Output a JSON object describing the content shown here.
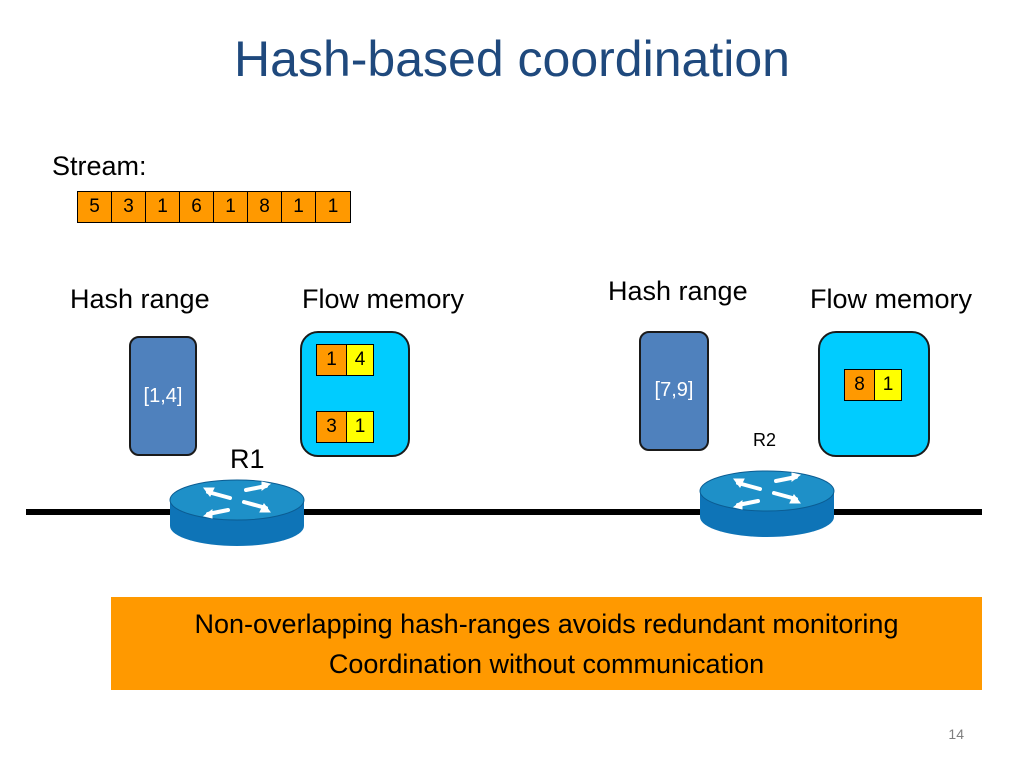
{
  "slide": {
    "title": "Hash-based coordination",
    "stream_label": "Stream:",
    "stream": [
      "5",
      "3",
      "1",
      "6",
      "1",
      "8",
      "1",
      "1"
    ],
    "r1": {
      "name": "R1",
      "hash_range_label": "Hash range",
      "flow_memory_label": "Flow memory",
      "range": "[1,4]",
      "flows": [
        {
          "key": "1",
          "count": "4"
        },
        {
          "key": "3",
          "count": "1"
        }
      ]
    },
    "r2": {
      "name": "R2",
      "hash_range_label": "Hash range",
      "flow_memory_label": "Flow memory",
      "range": "[7,9]",
      "flows": [
        {
          "key": "8",
          "count": "1"
        }
      ]
    },
    "note_line1": "Non-overlapping hash-ranges avoids redundant monitoring",
    "note_line2": "Coordination without communication",
    "page_number": "14"
  },
  "colors": {
    "title": "#1F497D",
    "stream_cell": "#FF9900",
    "count_cell": "#FFFF00",
    "hash_range_box": "#4F81BD",
    "flow_memory_box": "#00CCFF",
    "router": "#1E90C8",
    "note_background": "#FF9900"
  }
}
